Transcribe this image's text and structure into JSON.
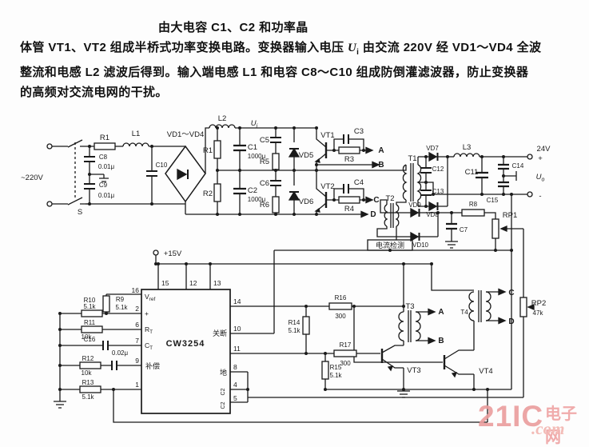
{
  "header": {
    "line1": "由大电容 C1、C2 和功率晶",
    "line2a": "体管 VT1、VT2 组成半桥式功率变换电路。变换器输入电压 ",
    "line2u": "U",
    "line2i": "i",
    "line2b": " 由交流 220V 经 VD1～VD4 全波",
    "line3": "整流和电感 L2 滤波后得到。输入端电感 L1 和电容 C8～C10 组成防倒灌滤波器，防止变换器",
    "line4": "的高频对交流电网的干扰。"
  },
  "colors": {
    "ink": "#1a1a1a",
    "watermark_red": "#eb9d9d",
    "watermark_pink": "#f2b5b0"
  },
  "labels": {
    "in_voltage": "~220V",
    "s": "S",
    "r1a": "R1",
    "l1": "L1",
    "c8": "C8",
    "c8v": "0.01μ",
    "c9": "C9",
    "c9v": "0.01μ",
    "c10": "C10",
    "bridge": "VD1～VD4",
    "l2": "L2",
    "ui_u": "U",
    "ui_i": "i",
    "r1b": "R1",
    "c1": "C1",
    "c1v": "1000μ",
    "r2": "R2",
    "c2": "C2",
    "c2v": "1000μ",
    "c5": "C5",
    "r5": "R5",
    "vd5": "VD5",
    "c6": "C6",
    "r6": "R6",
    "vd6": "VD6",
    "vt1": "VT1",
    "c3": "C3",
    "r3": "R3",
    "vt2": "VT2",
    "c4": "C4",
    "r4": "R4",
    "a": "A",
    "b": "B",
    "c": "C",
    "d": "D",
    "t1": "T1",
    "vd7": "VD7",
    "c12": "C12",
    "c13": "C13",
    "vd8": "VD8",
    "l3": "L3",
    "c11": "C11",
    "c14": "C14",
    "c15": "C15",
    "v24": "24V",
    "plus": "+",
    "uo_u": "U",
    "uo_o": "o",
    "minus": "-",
    "t2": "T2",
    "sense": "电流检测",
    "vd9": "VD9",
    "vd10": "VD10",
    "c7": "C7",
    "r8": "R8",
    "rp1": "RP1",
    "p15v": "+15V",
    "ic": "CW3254",
    "pin16": "16",
    "pin2": "2",
    "pin6": "6",
    "pin7": "7",
    "pin9": "9",
    "pin1": "1",
    "pin15": "15",
    "pin12": "12",
    "pin13": "13",
    "pin14": "14",
    "pin10": "10",
    "pin11": "11",
    "pin8": "8",
    "pin4": "4",
    "pin5": "5",
    "vref_v": "V",
    "vref_sub": "ref",
    "pin2_plus": "+",
    "rt_r": "R",
    "rt_sub": "T",
    "ct_c": "C",
    "ct_sub": "T",
    "comp": "补偿",
    "shutdown": "关断",
    "gnd": "地",
    "pin4_tag": "C2",
    "pin5_tag": "C2",
    "r10": "R10",
    "r10v": "5.1k",
    "r9": "R9",
    "r9v": "5.1k",
    "r11": "R11",
    "r11v": "10k",
    "c16": "C16",
    "c16v": "0.02μ",
    "r12": "R12",
    "r12v": "10k",
    "r13": "R13",
    "r13v": "5.1k",
    "r16": "R16",
    "r16v": "300",
    "r14": "R14",
    "r14v": "5.1k",
    "r17": "R17",
    "r17v": "300",
    "r15": "R15",
    "r15v": "5.1k",
    "t3": "T3",
    "a2": "A",
    "b2": "B",
    "vt3": "VT3",
    "t4": "T4",
    "c2arrow": "C",
    "d2": "D",
    "vt4": "VT4",
    "rp2": "RP2",
    "rp2v": "47k"
  },
  "watermark": {
    "num": "21IC",
    "cn": "电子网",
    "com": ".com"
  }
}
